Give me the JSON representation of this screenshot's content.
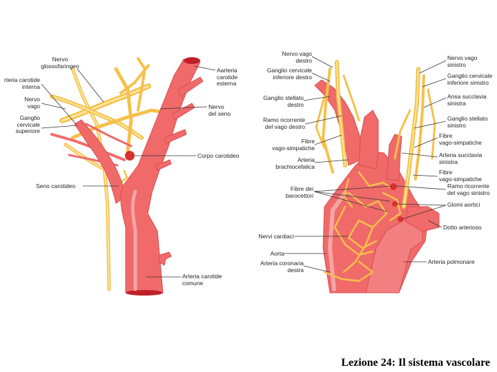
{
  "colors": {
    "artery": "#f06a6a",
    "artery_light": "#f7a5a5",
    "nerve": "#f6c04a",
    "nerve_light": "#fde7a2",
    "leader": "#333333",
    "body_receptor": "#d9312b"
  },
  "left_panel": {
    "labels": {
      "nervo_glosso": "Nervo\nglossofaringeo",
      "arteria_carotide_interna": "rteria carotide\ninterna",
      "nervo_vago": "Nervo\nvago",
      "ganglio_cervicale_sup": "Ganglio\ncervicale\nsuperiore",
      "seno_carotideo": "Seno carotideo",
      "arteria_carotide_esterna": "Aarteria\ncarotide\nesterna",
      "nervo_del_seno": "Nervo\ndel seno",
      "corpo_carotideo": "Corpo carotideo",
      "arteria_carotide_comune": "Arteria carotide\ncomune"
    }
  },
  "right_panel": {
    "labels": {
      "nervo_vago_destro": "Nervo vago\ndestro",
      "ganglio_cervicale_inf_destro": "Ganglio cervicale\ninferiore destro",
      "ganglio_stellato_destro": "Ganglio stellato\ndestro",
      "ramo_ricorrente_destro": "Ramo ricorrente\ndel vago destro",
      "fibre_vago_simpatiche_l": "Fibre\nvago-simpatiche",
      "arteria_brachiocefalica": "Arteria\nbrachiocefalica",
      "fibre_barocettori": "Fibre dei\nbarocettori",
      "nervi_cardiaci": "Nervi cardiaci",
      "aorta": "Aorta",
      "arteria_coronaria_destra": "Arteria coronaria\ndestra",
      "nervo_vago_sinistro": "Nervo vago\nsinistro",
      "ganglio_cervicale_inf_sinistro": "Ganglio cervicale\ninferiore sinistro",
      "ansa_succlavia": "Ansa succlavia\nsinistra",
      "ganglio_stellato_sinistro": "Ganglio stellato\nsinistro",
      "fibre_vago_simpatiche_r1": "Fibre\nvago-simpatiche",
      "arteria_succlavia_sinistra": "Arteria succlavia\nsinistra",
      "fibre_vago_simpatiche_r2": "Fibre\nvago-simpatiche",
      "ramo_ricorrente_sinistro": "Ramo ricorrente\ndel vago sinistro",
      "glomi_aortici": "Glomi aortici",
      "dotto_arterioso": "Dotto arterioso",
      "arteria_polmonare": "Arteria polmonare"
    }
  },
  "caption": "Lezione 24: Il sistema vascolare"
}
